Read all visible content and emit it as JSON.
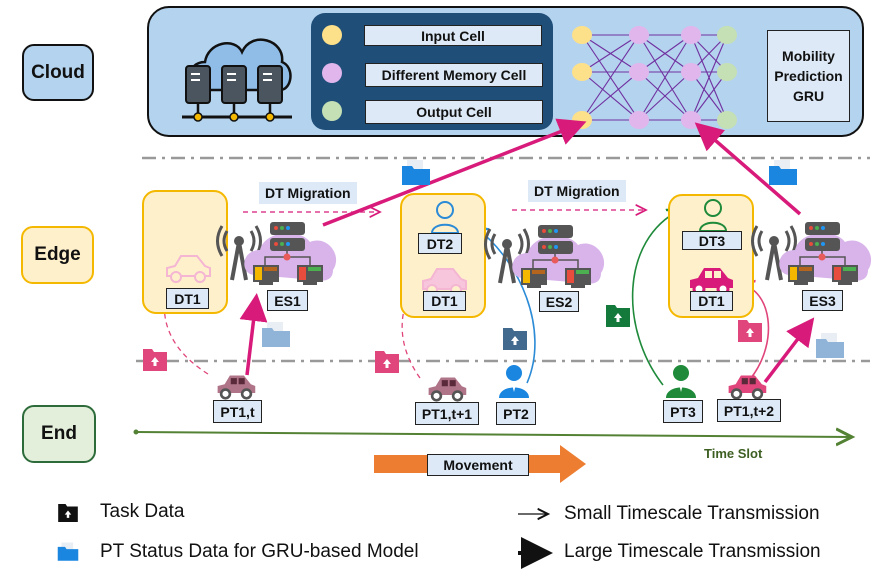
{
  "tiers": {
    "cloud": "Cloud",
    "edge": "Edge",
    "end": "End"
  },
  "cloud_panel": {
    "legend": [
      {
        "label": "Input Cell",
        "color": "#fde08a"
      },
      {
        "label": "Different Memory Cell",
        "color": "#e0b6ec"
      },
      {
        "label": "Output Cell",
        "color": "#c5e0b4"
      }
    ],
    "model_label_lines": [
      "Mobility",
      "Prediction",
      "GRU"
    ]
  },
  "edge": {
    "migration_labels": [
      "DT Migration",
      "DT Migration"
    ],
    "servers": [
      "ES1",
      "ES2",
      "ES3"
    ],
    "twins": {
      "box1": [
        "DT1"
      ],
      "box2": [
        "DT2",
        "DT1"
      ],
      "box3": [
        "DT3",
        "DT1"
      ]
    }
  },
  "end": {
    "entities": [
      "PT1,t",
      "PT1,t+1",
      "PT2",
      "PT3",
      "PT1,t+2"
    ],
    "time_axis_label": "Time Slot",
    "movement_label": "Movement"
  },
  "legend": {
    "task_data": "Task Data",
    "pt_status": "PT Status Data for GRU-based Model",
    "small_ts": "Small Timescale Transmission",
    "large_ts": "Large Timescale Transmission"
  },
  "colors": {
    "cloud_bg": "#b4d3ee",
    "edge_bg": "#fff0cc",
    "edge_border": "#f5b800",
    "end_bg": "#e3efdb",
    "end_border": "#2e6b3a",
    "magenta": "#d81b7a",
    "dark_panel": "#1f4e79",
    "timeline": "#548235",
    "movement": "#ed7d31"
  }
}
